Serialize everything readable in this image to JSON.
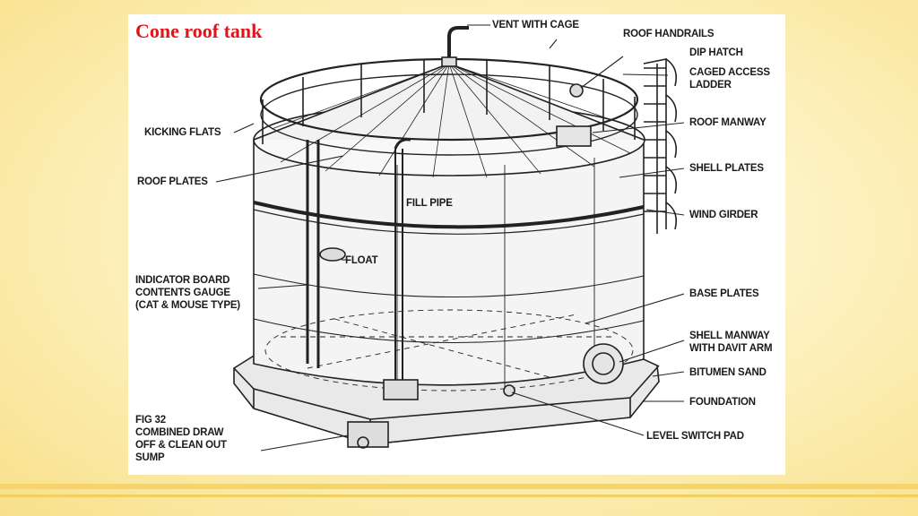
{
  "title": "Cone roof tank",
  "caption": "FIG 32",
  "labels": {
    "vent": "VENT WITH CAGE",
    "handrails": "ROOF HANDRAILS",
    "dip_hatch": "DIP HATCH",
    "ladder": "CAGED ACCESS\nLADDER",
    "roof_manway": "ROOF MANWAY",
    "shell_plates": "SHELL PLATES",
    "wind_girder": "WIND GIRDER",
    "base_plates": "BASE PLATES",
    "shell_manway": "SHELL MANWAY\nWITH DAVIT ARM",
    "bitumen": "BITUMEN SAND",
    "foundation": "FOUNDATION",
    "level_switch": "LEVEL SWITCH PAD",
    "kicking_flats": "KICKING FLATS",
    "roof_plates": "ROOF PLATES",
    "fill_pipe": "FILL PIPE",
    "float": "FLOAT",
    "indicator": "INDICATOR BOARD\nCONTENTS GAUGE\n(CAT & MOUSE TYPE)",
    "sump": "COMBINED DRAW\nOFF & CLEAN OUT\nSUMP"
  }
}
